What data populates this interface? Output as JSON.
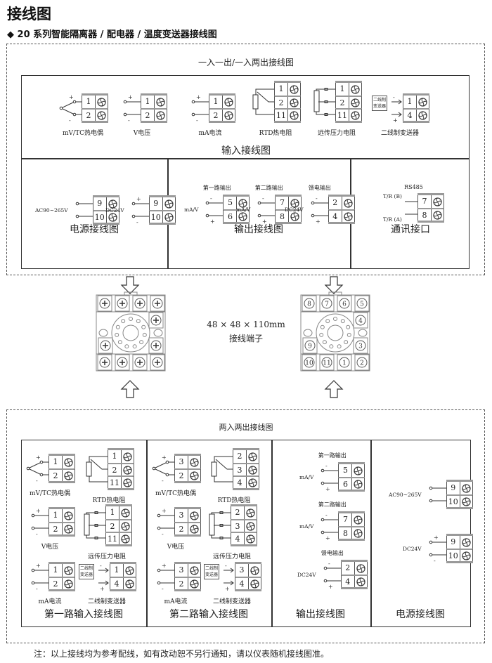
{
  "header": {
    "title": "接线图",
    "subtitle": "◆ 20 系列智能隔离器 / 配电器 / 温度变送器接线图"
  },
  "section1": {
    "title": "一入一出/一入两出接线图",
    "input": {
      "title": "输入接线图",
      "items": [
        {
          "kind": "tc",
          "label": "mV/TC热电偶",
          "terminals": [
            "1",
            "2"
          ],
          "signs": [
            "+",
            "-"
          ]
        },
        {
          "kind": "v",
          "label": "V电压",
          "terminals": [
            "1",
            "2"
          ],
          "signs": [
            "+",
            "-"
          ]
        },
        {
          "kind": "v",
          "label": "mA电流",
          "terminals": [
            "1",
            "2"
          ],
          "signs": [
            "+",
            "-"
          ]
        },
        {
          "kind": "rtd",
          "label": "RTD热电阻",
          "terminals": [
            "1",
            "2",
            "11"
          ]
        },
        {
          "kind": "pres",
          "label": "远传压力电阻",
          "terminals": [
            "1",
            "2",
            "11"
          ]
        },
        {
          "kind": "tw",
          "label": "二线制变送器",
          "box": "二线制变送器",
          "terminals": [
            "1",
            "4"
          ],
          "signs": [
            "-",
            "+"
          ]
        }
      ]
    },
    "power": {
      "title": "电源接线图",
      "items": [
        {
          "kind": "ac",
          "side": "AC90~265V",
          "terminals": [
            "9",
            "10"
          ]
        },
        {
          "kind": "v",
          "side": "DC24V",
          "terminals": [
            "9",
            "10"
          ],
          "signs": [
            "+",
            "-"
          ]
        }
      ]
    },
    "output": {
      "title": "输出接线图",
      "items": [
        {
          "kind": "v",
          "heading": "第一路输出",
          "side": "mA/V",
          "terminals": [
            "5",
            "6"
          ],
          "signs": [
            "-",
            "+"
          ]
        },
        {
          "kind": "v",
          "heading": "第二路输出",
          "side": "mA/V",
          "terminals": [
            "7",
            "8"
          ],
          "signs": [
            "-",
            "+"
          ]
        },
        {
          "kind": "v",
          "heading": "馈电输出",
          "side": "DC24V",
          "terminals": [
            "2",
            "4"
          ],
          "signs": [
            "-",
            "+"
          ]
        }
      ]
    },
    "comm": {
      "title": "通讯接口",
      "items": [
        {
          "kind": "rs",
          "heading": "RS485",
          "labels": [
            "T/R (B)",
            "T/R (A)"
          ],
          "terminals": [
            "7",
            "8"
          ]
        }
      ]
    }
  },
  "middle": {
    "dimensions": "48 × 48 × 110mm",
    "caption": "接线端子",
    "socket_numbers": {
      "top": [
        "8",
        "7",
        "6",
        "5"
      ],
      "upper_right": "4",
      "lower_left": "9",
      "lower_right": "3",
      "bottom": [
        "10",
        "11",
        "1",
        "2"
      ]
    }
  },
  "section2": {
    "title": "两入两出接线图",
    "ch1": {
      "title": "第一路输入接线图",
      "items": [
        {
          "kind": "tc",
          "label": "mV/TC热电偶",
          "terminals": [
            "1",
            "2"
          ],
          "signs": [
            "+",
            "-"
          ]
        },
        {
          "kind": "rtd",
          "label": "RTD热电阻",
          "terminals": [
            "1",
            "2",
            "11"
          ]
        },
        {
          "kind": "v",
          "label": "V电压",
          "terminals": [
            "1",
            "2"
          ],
          "signs": [
            "+",
            "-"
          ]
        },
        {
          "kind": "pres",
          "label": "远传压力电阻",
          "terminals": [
            "1",
            "2",
            "11"
          ]
        },
        {
          "kind": "v",
          "label": "mA电流",
          "terminals": [
            "1",
            "2"
          ],
          "signs": [
            "+",
            "-"
          ]
        },
        {
          "kind": "tw",
          "label": "二线制变送器",
          "box": "二线制变送器",
          "terminals": [
            "1",
            "4"
          ],
          "signs": [
            "-",
            "+"
          ]
        }
      ]
    },
    "ch2": {
      "title": "第二路输入接线图",
      "items": [
        {
          "kind": "tc",
          "label": "mV/TC热电偶",
          "terminals": [
            "3",
            "2"
          ],
          "signs": [
            "+",
            "-"
          ]
        },
        {
          "kind": "rtd",
          "label": "RTD热电阻",
          "terminals": [
            "2",
            "3",
            "4"
          ]
        },
        {
          "kind": "v",
          "label": "V电压",
          "terminals": [
            "3",
            "2"
          ],
          "signs": [
            "+",
            "-"
          ]
        },
        {
          "kind": "pres",
          "label": "远传压力电阻",
          "terminals": [
            "2",
            "3",
            "4"
          ]
        },
        {
          "kind": "v",
          "label": "mA电流",
          "terminals": [
            "3",
            "2"
          ],
          "signs": [
            "+",
            "-"
          ]
        },
        {
          "kind": "tw",
          "label": "二线制变送器",
          "box": "二线制变送器",
          "terminals": [
            "3",
            "4"
          ],
          "signs": [
            "-",
            "+"
          ]
        }
      ]
    },
    "output": {
      "title": "输出接线图",
      "items": [
        {
          "kind": "v",
          "heading": "第一路输出",
          "side": "mA/V",
          "terminals": [
            "5",
            "6"
          ],
          "signs": [
            "-",
            "+"
          ]
        },
        {
          "kind": "v",
          "heading": "第二路输出",
          "side": "mA/V",
          "terminals": [
            "7",
            "8"
          ],
          "signs": [
            "-",
            "+"
          ]
        },
        {
          "kind": "v",
          "heading": "馈电输出",
          "side": "DC24V",
          "terminals": [
            "2",
            "4"
          ],
          "signs": [
            "-",
            "+"
          ]
        }
      ]
    },
    "power": {
      "title": "电源接线图",
      "items": [
        {
          "kind": "ac",
          "side": "AC90~265V",
          "terminals": [
            "9",
            "10"
          ]
        },
        {
          "kind": "v",
          "side": "DC24V",
          "terminals": [
            "9",
            "10"
          ],
          "signs": [
            "+",
            "-"
          ]
        }
      ]
    }
  },
  "note": "注：以上接线均为参考配线，如有改动恕不另行通知，请以仪表随机接线图准。"
}
